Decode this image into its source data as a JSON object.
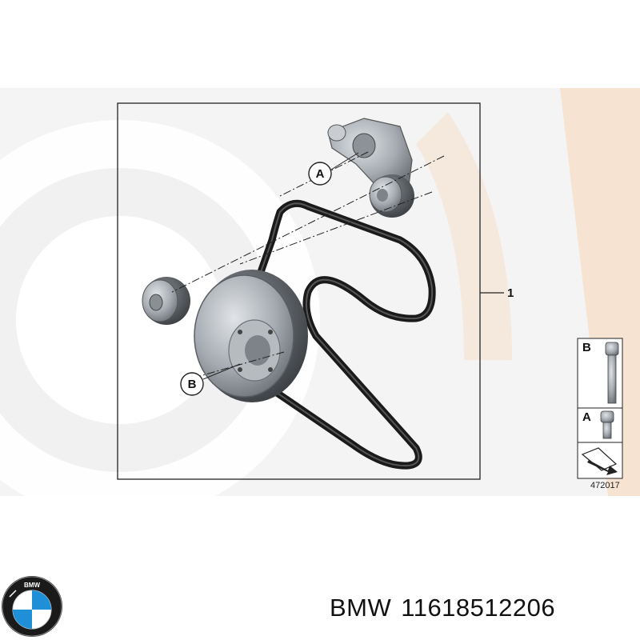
{
  "diagram": {
    "callouts": {
      "tensioner": "A",
      "crank_pulley": "B",
      "kit": "1"
    },
    "legend": {
      "bolt_b": "B",
      "bolt_a": "A"
    },
    "diagram_number": "472017",
    "colors": {
      "watermark": "#f2f2f2",
      "watermark_accent": "#f6e3d2",
      "belt": "#1a1a1a",
      "metal": "#9aa0a6",
      "bmw_blue": "#1f8fd8"
    }
  },
  "brand": {
    "name": "BMW",
    "part_number": "11618512206",
    "logo_letters": "BMW"
  }
}
